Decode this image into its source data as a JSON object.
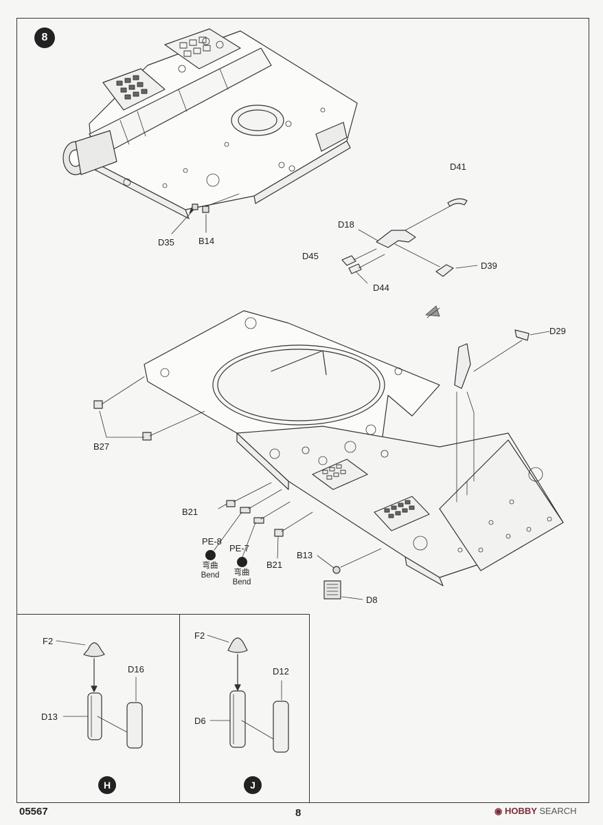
{
  "step": {
    "number": "8"
  },
  "main_callouts": [
    "D41",
    "D18",
    "D45",
    "D39",
    "D44",
    "D35",
    "B14",
    "D29",
    "B27",
    "B21",
    "PE-8",
    "PE-7",
    "B21",
    "B13",
    "D8"
  ],
  "bend": {
    "zh": "弯曲",
    "en": "Bend"
  },
  "sub_h": {
    "marker": "H",
    "callouts": [
      "F2",
      "D16",
      "D13"
    ]
  },
  "sub_j": {
    "marker": "J",
    "callouts": [
      "F2",
      "D12",
      "D6"
    ]
  },
  "footer": {
    "kit_number": "05567",
    "page_number": "8"
  },
  "watermark": {
    "brand": "HOBBY",
    "suffix": "SEARCH"
  }
}
